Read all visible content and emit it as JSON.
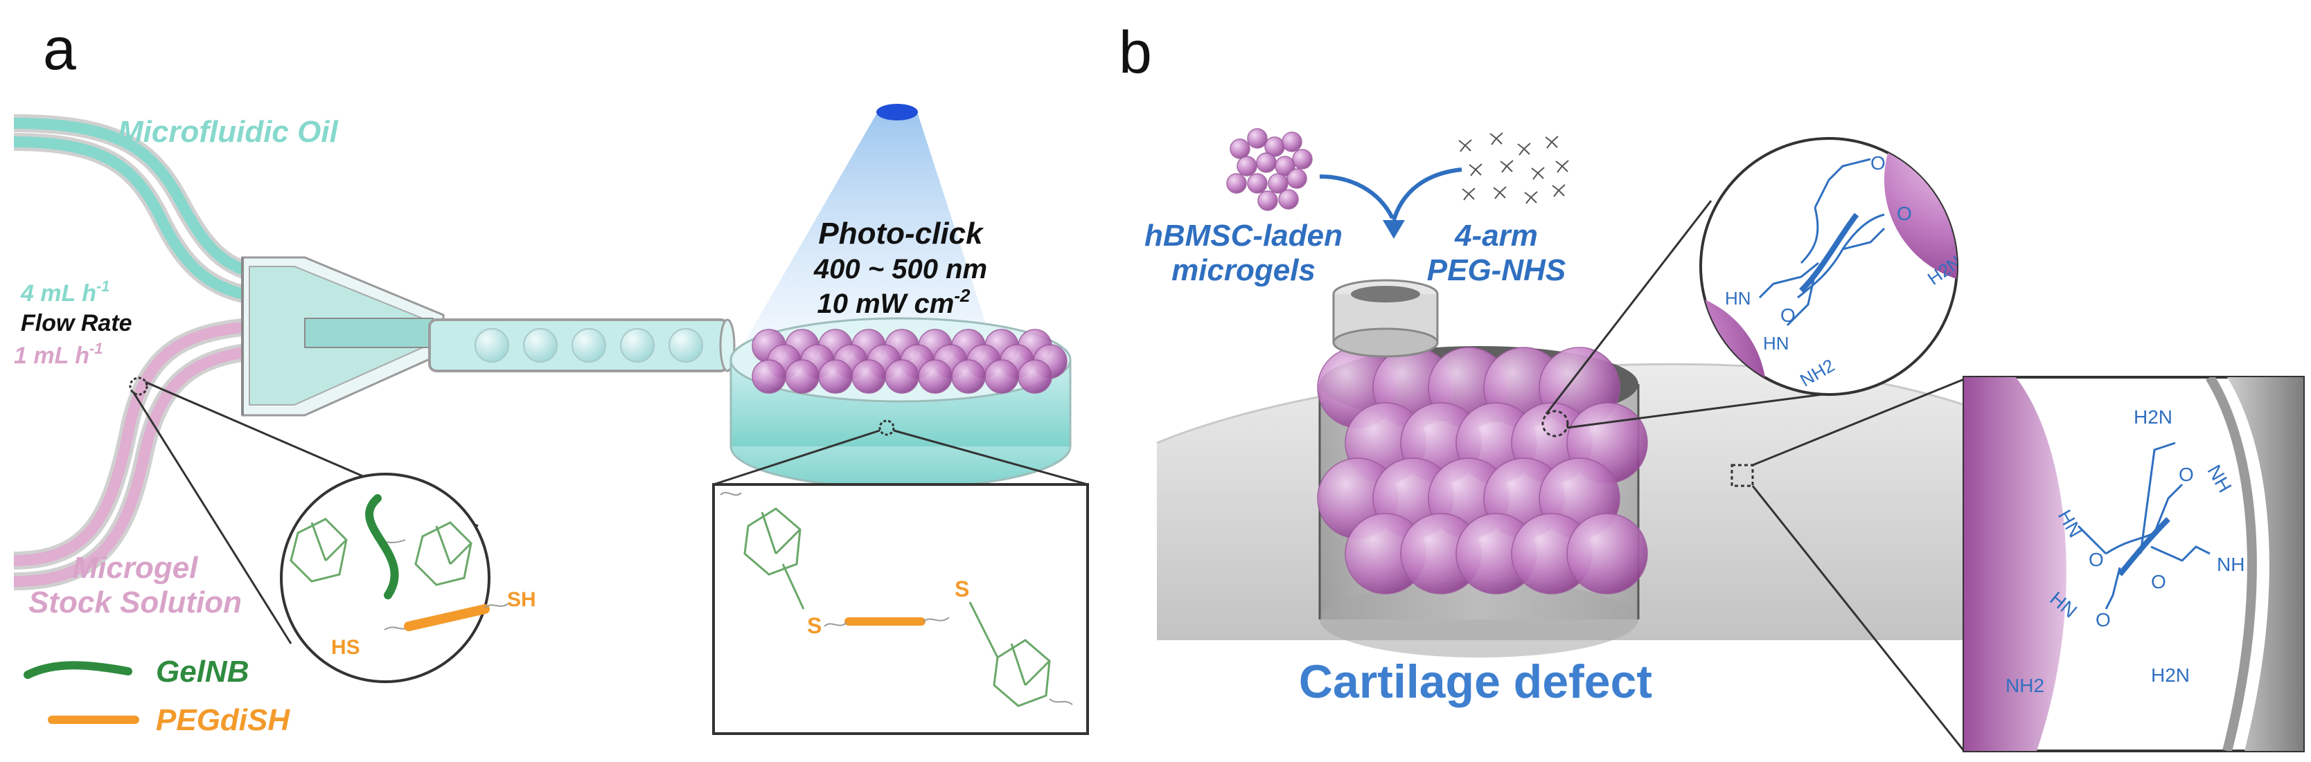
{
  "panel_a": {
    "label": "a",
    "oil_label": "Microfluidic Oil",
    "oil_rate": "4 mL h",
    "flow_rate_label": "Flow Rate",
    "stock_rate": "1 mL h",
    "rate_exponent": "-1",
    "stock_label_line1": "Microgel",
    "stock_label_line2": "Stock Solution",
    "legend_gelnb": "GelNB",
    "legend_pegdish": "PEGdiSH",
    "photoclick_title": "Photo-click",
    "photoclick_wavelength": "400 ~ 500 nm",
    "photoclick_intensity": "10 mW cm",
    "intensity_exponent": "-2",
    "thiol_left": "HS",
    "thiol_right": "SH",
    "thioether": "S"
  },
  "panel_b": {
    "label": "b",
    "microgels_line1": "hBMSC-laden",
    "microgels_line2": "microgels",
    "peg_line1": "4-arm",
    "peg_line2": "PEG-NHS",
    "defect_label": "Cartilage defect",
    "chem_o": "O",
    "chem_hn": "HN",
    "chem_nh": "NH",
    "chem_h2n": "H2N",
    "chem_nh2": "NH2"
  },
  "colors": {
    "oil": "#86d8cc",
    "stock": "#d9a3c9",
    "gelnb": "#2e8b3e",
    "pegdish": "#f39a2b",
    "chem_blue": "#2f6fc0",
    "microgel": "#b767b8",
    "light_cone": "#8fc1ee"
  }
}
